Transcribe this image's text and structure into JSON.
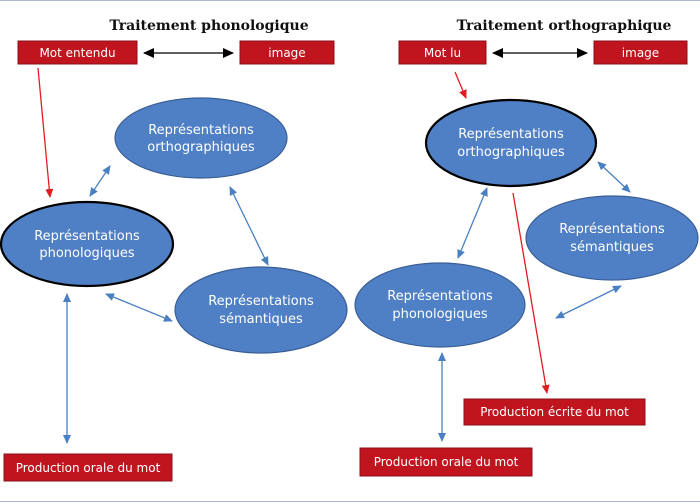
{
  "colors": {
    "box_fill": "#c0141f",
    "box_stroke": "#8b1018",
    "ellipse_fill": "#4f7fc4",
    "ellipse_stroke": "#3a5f97",
    "arrow_blue": "#4a7fc2",
    "arrow_red": "#e31b23",
    "arrow_black": "#000000",
    "frame": "#aab8cc"
  },
  "left": {
    "title": "Traitement phonologique",
    "box_input": "Mot entendu",
    "box_image": "image",
    "ell_ortho": [
      "Représentations",
      "orthographiques"
    ],
    "ell_phono": [
      "Représentations",
      "phonologiques"
    ],
    "ell_sem": [
      "Représentations",
      "sémantiques"
    ],
    "box_output": "Production orale du mot"
  },
  "right": {
    "title": "Traitement orthographique",
    "box_input": "Mot lu",
    "box_image": "image",
    "ell_ortho": [
      "Représentations",
      "orthographiques"
    ],
    "ell_sem": [
      "Représentations",
      "sémantiques"
    ],
    "ell_phono": [
      "Représentations",
      "phonologiques"
    ],
    "box_written": "Production écrite du mot",
    "box_output": "Production orale du mot"
  }
}
